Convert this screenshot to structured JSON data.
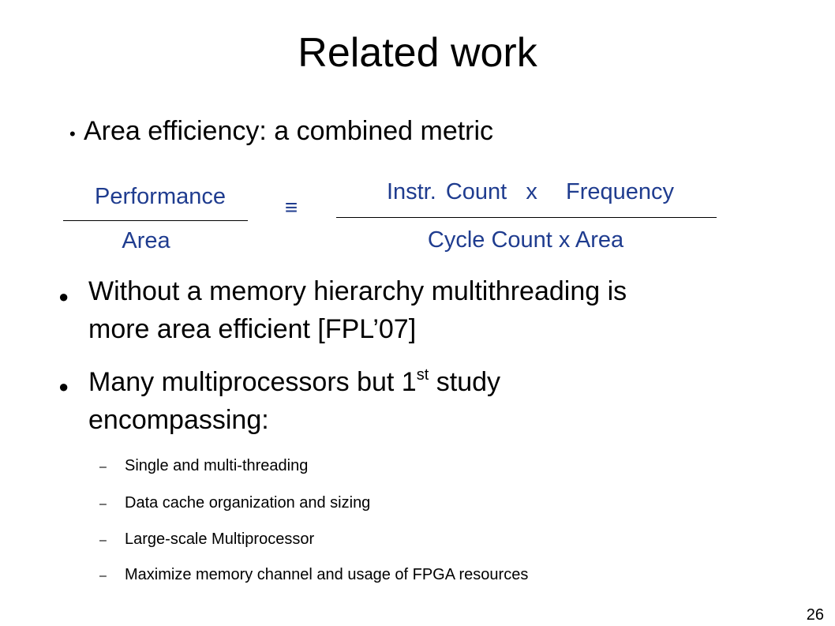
{
  "slide": {
    "title": "Related work",
    "bullet_glyph": "•",
    "subtitle": "Area efficiency: a combined metric",
    "formula": {
      "lhs_numerator": "Performance",
      "lhs_denominator": "Area",
      "equivalence": "≡",
      "rhs_numerator": "Instr. Count  x   Frequency",
      "rhs_denominator": "Cycle Count x Area"
    },
    "bullets": [
      {
        "glyph": "●",
        "line1": "Without a memory hierarchy multithreading is",
        "line2": "more area efficient [FPL’07]"
      },
      {
        "glyph": "●",
        "line1_pre": "Many multiprocessors but 1",
        "line1_sup": "st",
        "line1_post": " study",
        "line2": "encompassing:"
      }
    ],
    "sub_bullet_glyph": "–",
    "sub_bullets": [
      "Single and multi-threading",
      "Data cache organization and sizing",
      "Large-scale Multiprocessor",
      "Maximize memory channel and usage of FPGA resources"
    ],
    "page_number": "26"
  }
}
